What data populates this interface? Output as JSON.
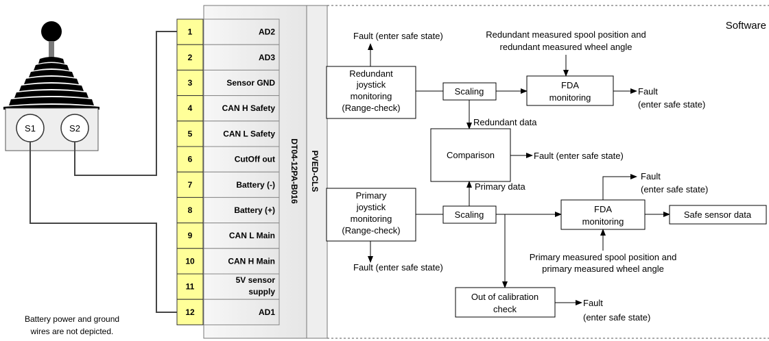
{
  "software_label": "Software",
  "pvd_label": "PVED-CLS",
  "connector_label": "DT04-12PA-B016",
  "pins": [
    {
      "num": "1",
      "name": [
        "AD2"
      ]
    },
    {
      "num": "2",
      "name": [
        "AD3"
      ]
    },
    {
      "num": "3",
      "name": [
        "Sensor GND"
      ]
    },
    {
      "num": "4",
      "name": [
        "CAN H Safety"
      ]
    },
    {
      "num": "5",
      "name": [
        "CAN L Safety"
      ]
    },
    {
      "num": "6",
      "name": [
        "CutOff out"
      ]
    },
    {
      "num": "7",
      "name": [
        "Battery (-)"
      ]
    },
    {
      "num": "8",
      "name": [
        "Battery (+)"
      ]
    },
    {
      "num": "9",
      "name": [
        "CAN L Main"
      ]
    },
    {
      "num": "10",
      "name": [
        "CAN H Main"
      ]
    },
    {
      "num": "11",
      "name": [
        "5V sensor",
        "supply"
      ]
    },
    {
      "num": "12",
      "name": [
        "AD1"
      ]
    }
  ],
  "joystick": {
    "s1": "S1",
    "s2": "S2"
  },
  "note": [
    "Battery power and ground",
    "wires are not depicted."
  ],
  "blocks": {
    "red_monitor": [
      "Redundant",
      "joystick",
      "monitoring",
      "(Range-check)"
    ],
    "prim_monitor": [
      "Primary",
      "joystick",
      "monitoring",
      "(Range-check)"
    ],
    "scaling_top": "Scaling",
    "scaling_bottom": "Scaling",
    "fda_top": [
      "FDA",
      "monitoring"
    ],
    "fda_bottom": [
      "FDA",
      "monitoring"
    ],
    "comparison": "Comparison",
    "calib": [
      "Out of calibration",
      "check"
    ],
    "safe": "Safe sensor data"
  },
  "labels": {
    "fault_red_top": "Fault (enter safe state)",
    "redundant_input": [
      "Redundant measured spool position and",
      "redundant measured wheel angle"
    ],
    "fault_fda_top": [
      "Fault",
      "(enter safe state)"
    ],
    "redundant_data": "Redundant data",
    "fault_comparison": "Fault (enter safe state)",
    "primary_data": "Primary data",
    "fault_fda_bottom": [
      "Fault",
      "(enter safe state)"
    ],
    "fault_prim_bottom": "Fault (enter safe state)",
    "primary_input": [
      "Primary measured spool position and",
      "primary measured wheel angle"
    ],
    "fault_calib": [
      "Fault",
      "(enter safe state)"
    ]
  },
  "colors": {
    "pin_fill": "#ffff99",
    "panel_fill": "#f2f2f2",
    "knob": "#000000"
  }
}
